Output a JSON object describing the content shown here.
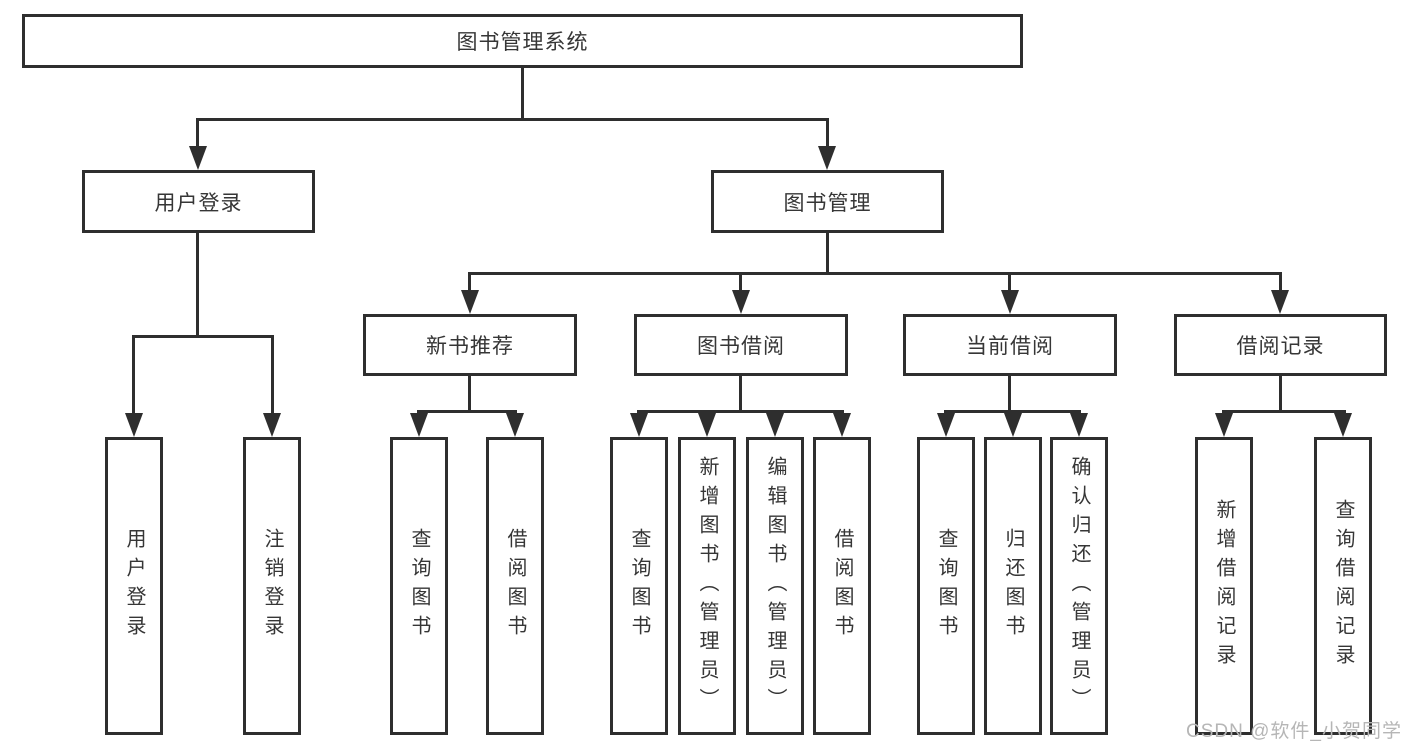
{
  "diagram_type": "hierarchy-tree",
  "colors": {
    "background": "#ffffff",
    "line": "#2e2e2e",
    "box_border": "#2e2e2e",
    "box_fill": "#ffffff",
    "text": "#363636",
    "watermark": "#b6b6b6"
  },
  "tree": {
    "root": {
      "label": "图书管理系统"
    },
    "level2": [
      {
        "label": "用户登录",
        "parent": "图书管理系统"
      },
      {
        "label": "图书管理",
        "parent": "图书管理系统"
      }
    ],
    "level3": [
      {
        "label": "新书推荐",
        "parent": "图书管理"
      },
      {
        "label": "图书借阅",
        "parent": "图书管理"
      },
      {
        "label": "当前借阅",
        "parent": "图书管理"
      },
      {
        "label": "借阅记录",
        "parent": "图书管理"
      }
    ],
    "leaves": [
      {
        "label": "用户登录",
        "parent": "用户登录"
      },
      {
        "label": "注销登录",
        "parent": "用户登录"
      },
      {
        "label": "查询图书",
        "parent": "新书推荐"
      },
      {
        "label": "借阅图书",
        "parent": "新书推荐"
      },
      {
        "label": "查询图书",
        "parent": "图书借阅"
      },
      {
        "label": "新增图书（管理员）",
        "parent": "图书借阅"
      },
      {
        "label": "编辑图书（管理员）",
        "parent": "图书借阅"
      },
      {
        "label": "借阅图书",
        "parent": "图书借阅"
      },
      {
        "label": "查询图书",
        "parent": "当前借阅"
      },
      {
        "label": "归还图书",
        "parent": "当前借阅"
      },
      {
        "label": "确认归还（管理员）",
        "parent": "当前借阅"
      },
      {
        "label": "新增借阅记录",
        "parent": "借阅记录"
      },
      {
        "label": "查询借阅记录",
        "parent": "借阅记录"
      }
    ]
  },
  "watermark": {
    "text": "CSDN @软件_小贺同学"
  }
}
